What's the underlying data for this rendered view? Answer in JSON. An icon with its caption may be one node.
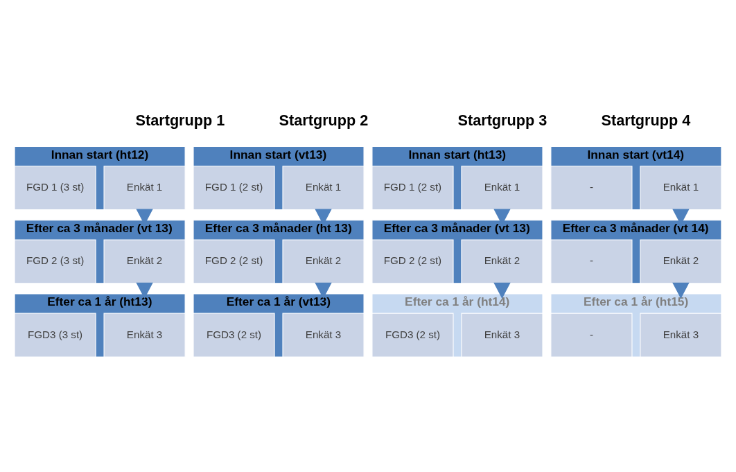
{
  "diagram": {
    "nodes": [
      {
        "text": [
          "Innan start (ht12)"
        ]
      },
      {
        "text": [
          "Enkät 1"
        ],
        "in": 0
      },
      {
        "text": [
          "FGD 1 (3 st)"
        ],
        "in": 0
      },
      {
        "text": [
          "Innan start (vt13)"
        ]
      },
      {
        "text": [
          "Enkät 1"
        ],
        "in": 3
      },
      {
        "text": [
          "FGD 1 (2 st)"
        ],
        "in": 3
      },
      {
        "text": [
          "Innan start (ht13)"
        ]
      },
      {
        "text": [
          "Enkät 1"
        ],
        "in": 6
      },
      {
        "text": [
          "FGD 1 (2 st)"
        ],
        "in": 6
      },
      {
        "text": [
          "Innan start (vt14)"
        ]
      },
      {
        "text": [
          "Enkät 1"
        ],
        "in": 9
      },
      {
        "text": [
          "-"
        ],
        "in": 9
      },
      {
        "text": [
          "Efter ca 3 månader (vt 13)"
        ]
      },
      {
        "text": [
          "Enkät 2"
        ],
        "in": 12
      },
      {
        "text": [
          "FGD 2 (3 st)"
        ],
        "in": 12
      },
      {
        "text": [
          "Efter ca 3 månader (ht 13)"
        ]
      },
      {
        "text": [
          "Enkät 2"
        ],
        "in": 15
      },
      {
        "text": [
          "FGD 2 (2 st)"
        ],
        "in": 15
      },
      {
        "text": [
          "Efter ca 3 månader (vt 13)"
        ]
      },
      {
        "text": [
          "Enkät 2"
        ],
        "in": 18
      },
      {
        "text": [
          "FGD 2 (2 st)"
        ],
        "in": 18
      },
      {
        "text": [
          "Efter ca 3 månader (vt 14)"
        ]
      },
      {
        "text": [
          "Enkät 2"
        ],
        "in": 21
      },
      {
        "text": [
          "-"
        ],
        "in": 21
      },
      {
        "text": [
          "Efter ca 1 år (ht13)"
        ]
      },
      {
        "text": [
          "Enkät 3"
        ],
        "in": 24
      },
      {
        "text": [
          "FGD3 (3 st)"
        ],
        "in": 24
      },
      {
        "text": [
          "Efter ca 1 år (vt13)"
        ]
      },
      {
        "text": [
          "Enkät 3"
        ],
        "in": 27
      },
      {
        "text": [
          "FGD3 (2 st)"
        ],
        "in": 27
      },
      {
        "text": [
          "Efter ca 1 år (ht14)"
        ]
      },
      {
        "text": [
          "Enkät 3"
        ],
        "in": 30
      },
      {
        "text": [
          "FGD3 (2 st)"
        ],
        "in": 30
      },
      {
        "text": [
          "Efter ca 1 år (ht15)"
        ]
      },
      {
        "text": [
          "Enkät 3"
        ],
        "in": 33
      },
      {
        "text": [
          "-"
        ],
        "in": 33
      }
    ],
    "edges": [
      {
        "from": 0,
        "to": 12,
        "arrow": "to"
      },
      {
        "from": 3,
        "to": 15,
        "arrow": "to"
      },
      {
        "from": 6,
        "to": 18,
        "arrow": "to"
      },
      {
        "from": 9,
        "to": 21,
        "arrow": "to"
      },
      {
        "from": 12,
        "to": 24,
        "arrow": "to"
      },
      {
        "from": 15,
        "to": 27,
        "arrow": "to"
      },
      {
        "from": 18,
        "to": 30,
        "arrow": "to"
      },
      {
        "from": 21,
        "to": 33,
        "arrow": "to"
      }
    ],
    "labels": [
      "Startgrupp 1",
      "Startgrupp 2",
      "Startgrupp 3",
      "Startgrupp 4"
    ]
  }
}
